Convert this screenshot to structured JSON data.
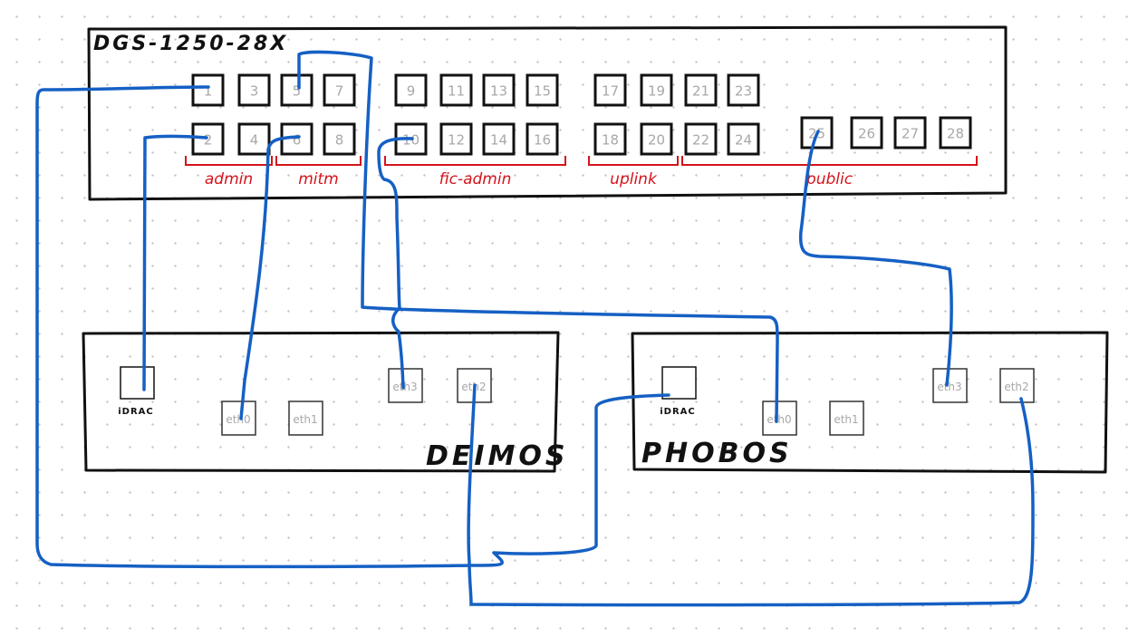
{
  "switch": {
    "model": "DGS-1250-28X",
    "top_ports": [
      "1",
      "3",
      "5",
      "7",
      "9",
      "11",
      "13",
      "15",
      "17",
      "19",
      "21",
      "23"
    ],
    "bottom_ports": [
      "2",
      "4",
      "6",
      "8",
      "10",
      "12",
      "14",
      "16",
      "18",
      "20",
      "22",
      "24"
    ],
    "sfp_ports": [
      "25",
      "26",
      "27",
      "28"
    ],
    "vlan_labels": [
      "admin",
      "mitm",
      "fic-admin",
      "uplink",
      "public"
    ]
  },
  "servers": [
    {
      "name": "DEIMOS",
      "idrac_label": "iDRAC",
      "nics": [
        "eth0",
        "eth1",
        "eth3",
        "eth2"
      ]
    },
    {
      "name": "PHOBOS",
      "idrac_label": "iDRAC",
      "nics": [
        "eth0",
        "eth1",
        "eth3",
        "eth2"
      ]
    }
  ],
  "colors": {
    "ink": "#111111",
    "cable": "#1560c4",
    "vlan": "#d4141b",
    "port_label": "#a8a8a8"
  }
}
